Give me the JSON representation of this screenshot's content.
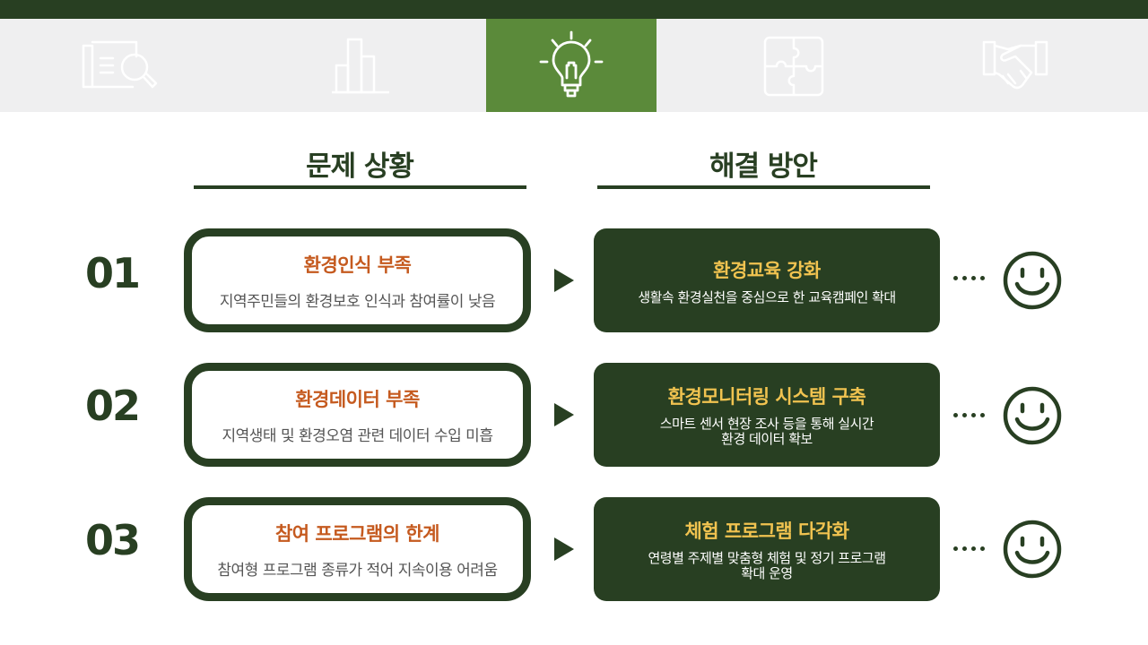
{
  "header": {
    "tabs": [
      {
        "icon": "document-search-icon",
        "active": false
      },
      {
        "icon": "bar-chart-icon",
        "active": false
      },
      {
        "icon": "lightbulb-icon",
        "active": true
      },
      {
        "icon": "puzzle-icon",
        "active": false
      },
      {
        "icon": "handshake-icon",
        "active": false
      }
    ]
  },
  "columns": {
    "problem_title": "문제 상황",
    "solution_title": "해결 방안"
  },
  "rows": [
    {
      "number": "01",
      "problem": {
        "title": "환경인식 부족",
        "desc": "지역주민들의 환경보호 인식과 참여률이 낮음"
      },
      "solution": {
        "title": "환경교육 강화",
        "desc": "생활속 환경실천을 중심으로 한 교육캠페인 확대"
      },
      "result_icon": "smiley-icon"
    },
    {
      "number": "02",
      "problem": {
        "title": "환경데이터 부족",
        "desc": "지역생태 및 환경오염 관련 데이터 수입 미흡"
      },
      "solution": {
        "title": "환경모니터링 시스템 구축",
        "desc": "스마트 센서 현장 조사 등을 통해 실시간\n환경 데이터 확보"
      },
      "result_icon": "smiley-icon"
    },
    {
      "number": "03",
      "problem": {
        "title": "참여 프로그램의 한계",
        "desc": "참여형 프로그램 종류가 적어 지속이용 어려움"
      },
      "solution": {
        "title": "체험 프로그램 다각화",
        "desc": "연령별 주제별 맞춤형 체험 및 정기 프로그램\n확대 운영"
      },
      "result_icon": "smiley-icon"
    }
  ],
  "colors": {
    "dark_green": "#283f22",
    "active_green": "#5b8a3a",
    "problem_title": "#c55a1f",
    "solution_title": "#f1c350",
    "tab_band": "#efeff0"
  }
}
